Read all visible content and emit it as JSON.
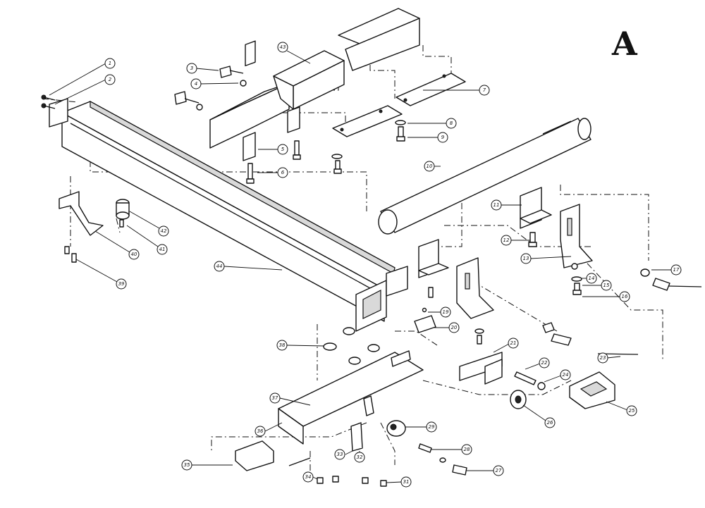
{
  "sheet_letter": "A",
  "callouts": [
    {
      "id": "c1",
      "label": "1"
    },
    {
      "id": "c2",
      "label": "2"
    },
    {
      "id": "c3",
      "label": "3"
    },
    {
      "id": "c4",
      "label": "4"
    },
    {
      "id": "c5",
      "label": "5"
    },
    {
      "id": "c6",
      "label": "6"
    },
    {
      "id": "c7",
      "label": "7"
    },
    {
      "id": "c8",
      "label": "8"
    },
    {
      "id": "c9",
      "label": "9"
    },
    {
      "id": "c10",
      "label": "10"
    },
    {
      "id": "c11",
      "label": "11"
    },
    {
      "id": "c12",
      "label": "12"
    },
    {
      "id": "c13",
      "label": "13"
    },
    {
      "id": "c14",
      "label": "14"
    },
    {
      "id": "c15",
      "label": "15"
    },
    {
      "id": "c16",
      "label": "16"
    },
    {
      "id": "c17",
      "label": "17"
    },
    {
      "id": "c19",
      "label": "19"
    },
    {
      "id": "c20",
      "label": "20"
    },
    {
      "id": "c21",
      "label": "21"
    },
    {
      "id": "c22",
      "label": "22"
    },
    {
      "id": "c23",
      "label": "23"
    },
    {
      "id": "c24",
      "label": "24"
    },
    {
      "id": "c25",
      "label": "25"
    },
    {
      "id": "c26",
      "label": "26"
    },
    {
      "id": "c27",
      "label": "27"
    },
    {
      "id": "c28",
      "label": "28"
    },
    {
      "id": "c29",
      "label": "29"
    },
    {
      "id": "c31",
      "label": "31"
    },
    {
      "id": "c32",
      "label": "32"
    },
    {
      "id": "c33",
      "label": "33"
    },
    {
      "id": "c34",
      "label": "34"
    },
    {
      "id": "c35",
      "label": "35"
    },
    {
      "id": "c36",
      "label": "36"
    },
    {
      "id": "c37",
      "label": "37"
    },
    {
      "id": "c38",
      "label": "38"
    },
    {
      "id": "c39",
      "label": "39"
    },
    {
      "id": "c40",
      "label": "40"
    },
    {
      "id": "c41",
      "label": "41"
    },
    {
      "id": "c42",
      "label": "42"
    },
    {
      "id": "c43",
      "label": "43"
    },
    {
      "id": "c44",
      "label": "44"
    }
  ]
}
